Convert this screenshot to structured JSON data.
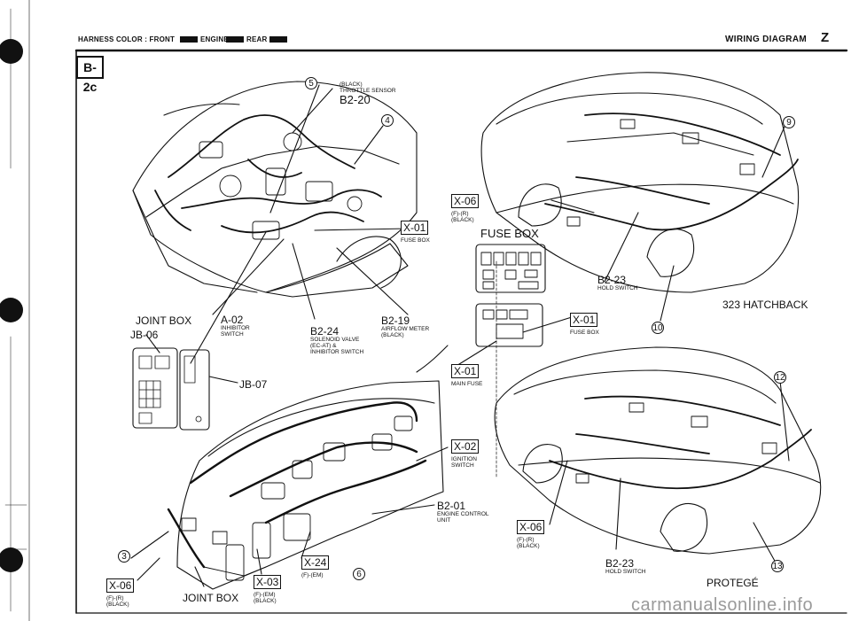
{
  "header": {
    "harness_color_label": "HARNESS COLOR : FRONT",
    "engine_label": "ENGINE",
    "rear_label": "REAR",
    "title": "WIRING DIAGRAM",
    "section": "Z"
  },
  "page_code": "B-2c",
  "labels": {
    "throttle_color": "(BLACK)",
    "throttle_name": "THROTTLE SENSOR",
    "throttle_code": "B2-20",
    "x06_top": "X-06",
    "x06_top_color": "(F)-(R)\n(BLACK)",
    "x01_engine": "X-01",
    "x01_engine_sub": "FUSE BOX",
    "fuse_box_title": "FUSE BOX",
    "b223_top": "B2-23",
    "b223_top_sub": "HOLD SWITCH",
    "hatchback": "323 HATCHBACK",
    "joint_box_top": "JOINT BOX",
    "jb06": "JB-06",
    "a02": "A-02",
    "a02_sub": "INHIBITOR\nSWITCH",
    "b224": "B2-24",
    "b224_sub": "SOLENOID VALVE\n(EC-AT) &\nINHIBITOR SWITCH",
    "b219": "B2-19",
    "b219_sub": "AIRFLOW METER\n(BLACK)",
    "x01_right": "X-01",
    "x01_right_sub": "FUSE BOX",
    "x01_main": "X-01",
    "x01_main_sub": "MAIN FUSE",
    "jb07": "JB-07",
    "x02": "X-02",
    "x02_sub": "IGNITION\nSWITCH",
    "b201": "B2-01",
    "b201_sub": "ENGINE CONTROL\nUNIT",
    "x06_mid": "X-06",
    "x06_mid_sub": "(F)-(R)\n(BLACK)",
    "x24": "X-24",
    "x24_sub": "(F)-(EM)",
    "b223_bot": "B2-23",
    "b223_bot_sub": "HOLD SWITCH",
    "x06_bot": "X-06",
    "x06_bot_sub": "(F)-(R)\n(BLACK)",
    "joint_box_bot": "JOINT BOX",
    "x03": "X-03",
    "x03_sub": "(F)-(EM)\n(BLACK)",
    "protege": "PROTEGÉ"
  },
  "callouts": {
    "c3": "3",
    "c4": "4",
    "c5": "5",
    "c6": "6",
    "c9": "9",
    "c10": "10",
    "c12": "12",
    "c13": "13"
  },
  "watermark": "carmanualsonline.info"
}
